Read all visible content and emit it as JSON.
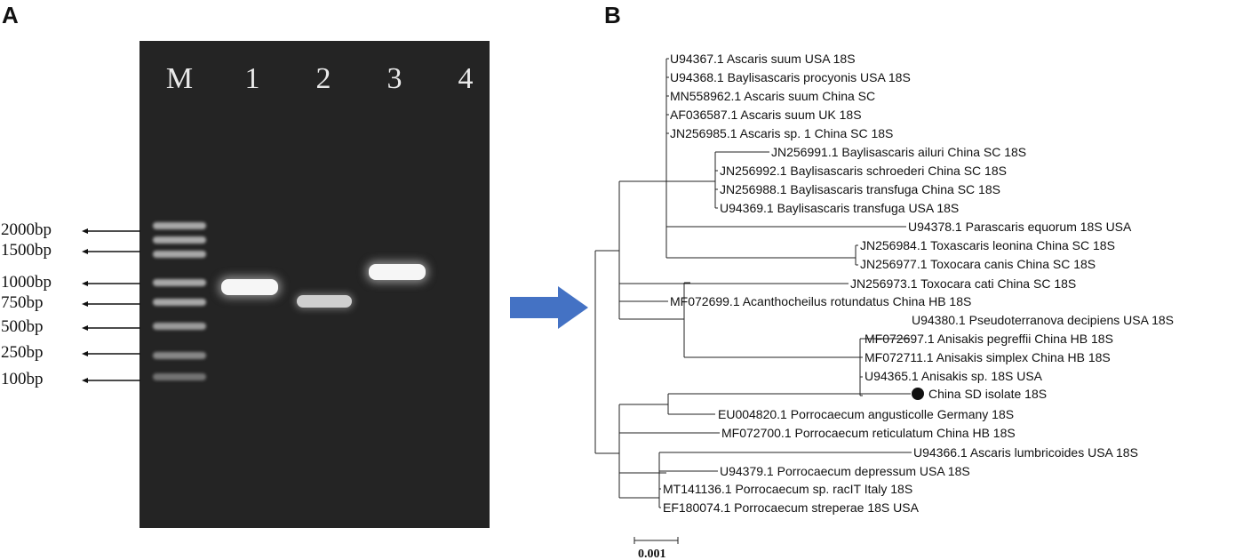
{
  "panels": {
    "a_label": "A",
    "b_label": "B"
  },
  "gel": {
    "lane_labels": [
      "M",
      "1",
      "2",
      "3",
      "4"
    ],
    "markers": [
      "2000bp",
      "1500bp",
      "1000bp",
      "750bp",
      "500bp",
      "250bp",
      "100bp"
    ]
  },
  "arrow": {
    "icon": "right-arrow-icon",
    "color": "#4472c4"
  },
  "tree": {
    "taxa": [
      "U94367.1 Ascaris suum USA 18S",
      "U94368.1 Baylisascaris procyonis USA 18S",
      "MN558962.1 Ascaris suum China SC",
      "AF036587.1 Ascaris suum UK 18S",
      "JN256985.1 Ascaris sp. 1 China SC 18S",
      "JN256991.1 Baylisascaris ailuri China SC 18S",
      "JN256992.1 Baylisascaris schroederi China SC 18S",
      "JN256988.1 Baylisascaris transfuga China SC 18S",
      "U94369.1 Baylisascaris transfuga USA 18S",
      "U94378.1 Parascaris equorum 18S USA",
      "JN256984.1 Toxascaris leonina China SC 18S",
      "JN256977.1 Toxocara canis China SC 18S",
      "JN256973.1 Toxocara cati  China SC 18S",
      "MF072699.1 Acanthocheilus rotundatus China HB 18S",
      "U94380.1 Pseudoterranova decipiens USA 18S",
      "MF072697.1 Anisakis pegreffii China HB 18S",
      "MF072711.1 Anisakis simplex China HB 18S",
      "U94365.1 Anisakis sp. 18S USA",
      "China SD isolate 18S",
      "EU004820.1 Porrocaecum angusticolle Germany 18S",
      "MF072700.1 Porrocaecum reticulatum China HB 18S",
      "U94366.1 Ascaris lumbricoides USA 18S",
      "U94379.1 Porrocaecum depressum USA 18S",
      "MT141136.1 Porrocaecum sp. racIT  Italy 18S",
      "EF180074.1 Porrocaecum streperae 18S USA"
    ],
    "scale_label": "0.001"
  }
}
